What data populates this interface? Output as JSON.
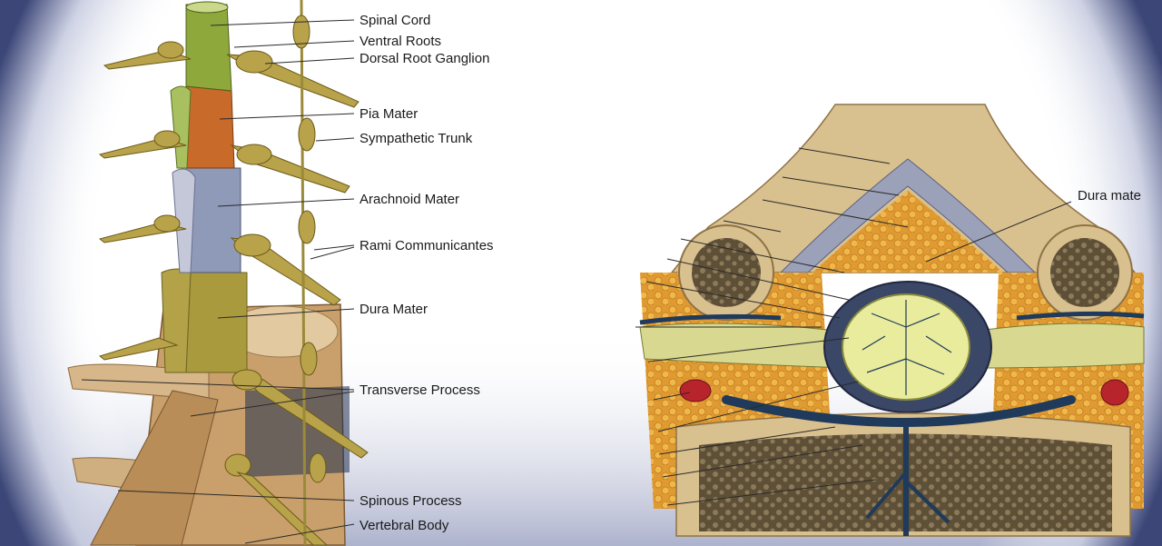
{
  "labels": {
    "spinal_cord": "Spinal Cord",
    "ventral_roots": "Ventral Roots",
    "dorsal_root_ganglion": "Dorsal Root Ganglion",
    "pia_mater": "Pia Mater",
    "sympathetic_trunk": "Sympathetic Trunk",
    "arachnoid_mater": "Arachnoid Mater",
    "rami_communicantes": "Rami Communicantes",
    "dura_mater": "Dura Mater",
    "transverse_process": "Transverse Process",
    "spinous_process": "Spinous Process",
    "vertebral_body": "Vertebral Body",
    "dura_mater_cross_section": "Dura mate"
  },
  "colors": {
    "vignette": "#3c4677",
    "spinal_cord_green": "#8fa83c",
    "pia_orange": "#c86a2a",
    "arachnoid_blue": "#8f9ab8",
    "dura_olive": "#a99a3d",
    "bone_tan": "#d9c08f",
    "fat_orange": "#e3a43a",
    "vessel_blue": "#1f3a5a",
    "marrow_brown": "#6b5a3d",
    "artery_red": "#b8242c"
  }
}
